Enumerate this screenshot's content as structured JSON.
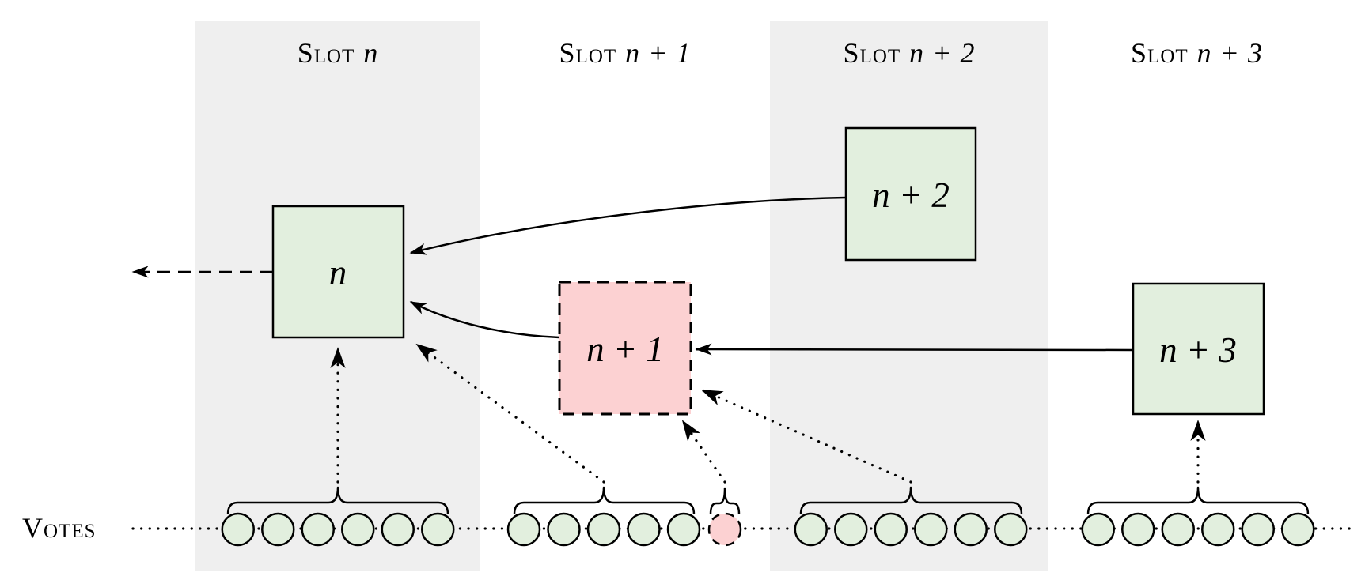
{
  "colors": {
    "band": "#efefef",
    "block_green_fill": "#e2efde",
    "block_pink_fill": "#fcd1d2",
    "stroke": "#000000",
    "background": "#ffffff"
  },
  "votes_label": "Votes",
  "columns": [
    {
      "label": "Slot",
      "math": "n",
      "shaded": true
    },
    {
      "label": "Slot",
      "math": "n + 1",
      "shaded": false
    },
    {
      "label": "Slot",
      "math": "n + 2",
      "shaded": true
    },
    {
      "label": "Slot",
      "math": "n + 3",
      "shaded": false
    }
  ],
  "blocks": [
    {
      "label": "n",
      "style": "green-solid"
    },
    {
      "label": "n + 1",
      "style": "pink-dashed"
    },
    {
      "label": "n + 2",
      "style": "green-solid"
    },
    {
      "label": "n + 3",
      "style": "green-solid"
    }
  ],
  "vote_groups": [
    {
      "slot": "n",
      "count": 6,
      "color": "green"
    },
    {
      "slot": "n + 1",
      "count": 5,
      "color": "green"
    },
    {
      "slot": "n + 1",
      "count": 1,
      "color": "pink"
    },
    {
      "slot": "n + 2",
      "count": 6,
      "color": "green"
    },
    {
      "slot": "n + 3",
      "count": 6,
      "color": "green"
    }
  ]
}
